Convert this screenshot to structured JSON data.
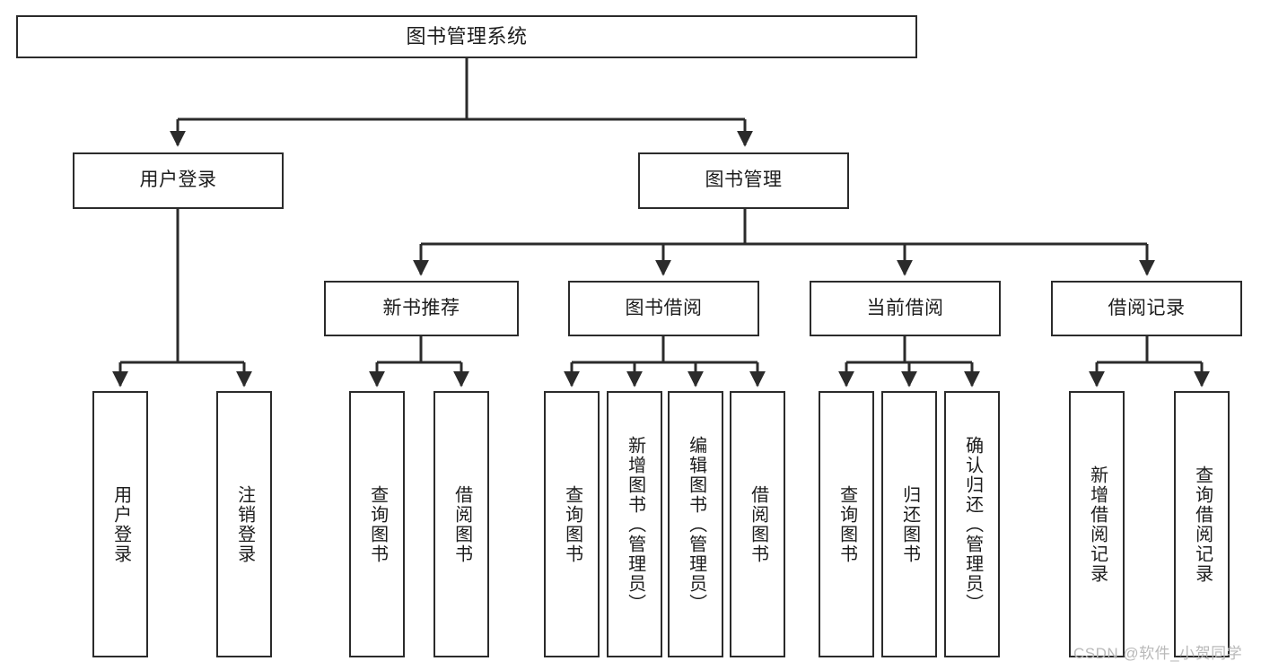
{
  "diagram": {
    "title": "图书管理系统",
    "root": {
      "label": "图书管理系统"
    },
    "level2": [
      {
        "label": "用户登录"
      },
      {
        "label": "图书管理"
      }
    ],
    "level3": [
      {
        "label": "新书推荐"
      },
      {
        "label": "图书借阅"
      },
      {
        "label": "当前借阅"
      },
      {
        "label": "借阅记录"
      }
    ],
    "leaves": [
      {
        "label": "用户登录"
      },
      {
        "label": "注销登录"
      },
      {
        "label": "查询图书"
      },
      {
        "label": "借阅图书"
      },
      {
        "label": "查询图书"
      },
      {
        "label": "新增图书（管理员）"
      },
      {
        "label": "编辑图书（管理员）"
      },
      {
        "label": "借阅图书"
      },
      {
        "label": "查询图书"
      },
      {
        "label": "归还图书"
      },
      {
        "label": "确认归还（管理员）"
      },
      {
        "label": "新增借阅记录"
      },
      {
        "label": "查询借阅记录"
      }
    ]
  },
  "watermark": {
    "text": "CSDN @软件_小贺同学"
  },
  "colors": {
    "stroke": "#2b2b2b",
    "fill": "#ffffff",
    "text": "#1c1c1c",
    "watermark": "#b9b9b9"
  }
}
